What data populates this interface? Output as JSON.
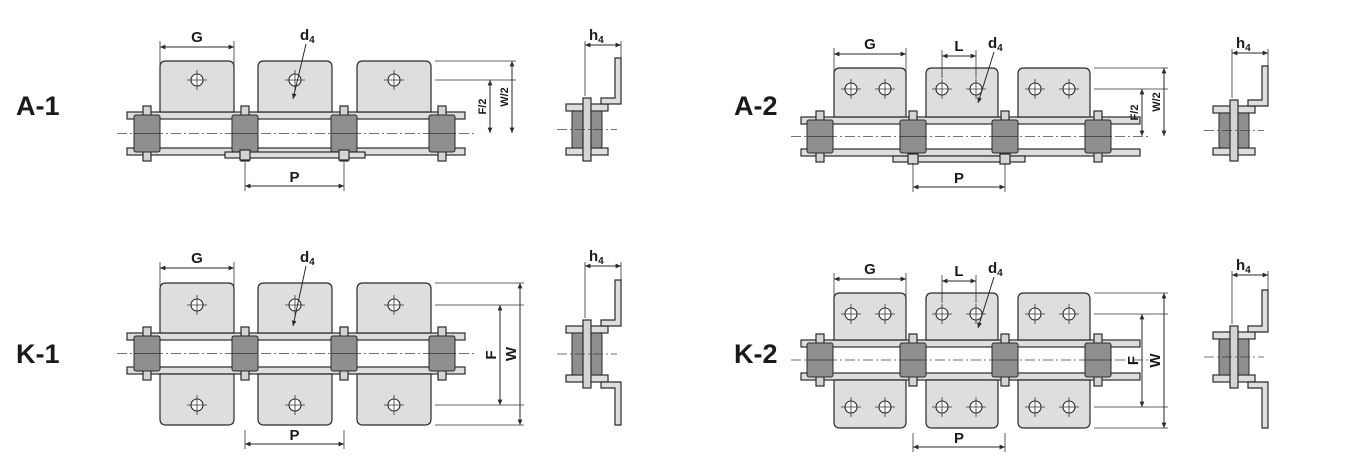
{
  "variants": [
    {
      "id": "A-1",
      "label": "A-1",
      "dims": {
        "g": "G",
        "d": "d",
        "d_sub": "4",
        "p": "P",
        "f": "F/2",
        "w": "W/2",
        "h": "h",
        "h_sub": "4"
      }
    },
    {
      "id": "A-2",
      "label": "A-2",
      "dims": {
        "g": "G",
        "l": "L",
        "d": "d",
        "d_sub": "4",
        "p": "P",
        "f": "F/2",
        "w": "W/2",
        "h": "h",
        "h_sub": "4"
      }
    },
    {
      "id": "K-1",
      "label": "K-1",
      "dims": {
        "g": "G",
        "d": "d",
        "d_sub": "4",
        "p": "P",
        "f": "F",
        "w": "W",
        "h": "h",
        "h_sub": "4"
      }
    },
    {
      "id": "K-2",
      "label": "K-2",
      "dims": {
        "g": "G",
        "l": "L",
        "d": "d",
        "d_sub": "4",
        "p": "P",
        "f": "F",
        "w": "W",
        "h": "h",
        "h_sub": "4"
      }
    }
  ],
  "colors": {
    "plate": "#dedede",
    "roller": "#8f8f8f",
    "line": "#2a2a2a"
  }
}
